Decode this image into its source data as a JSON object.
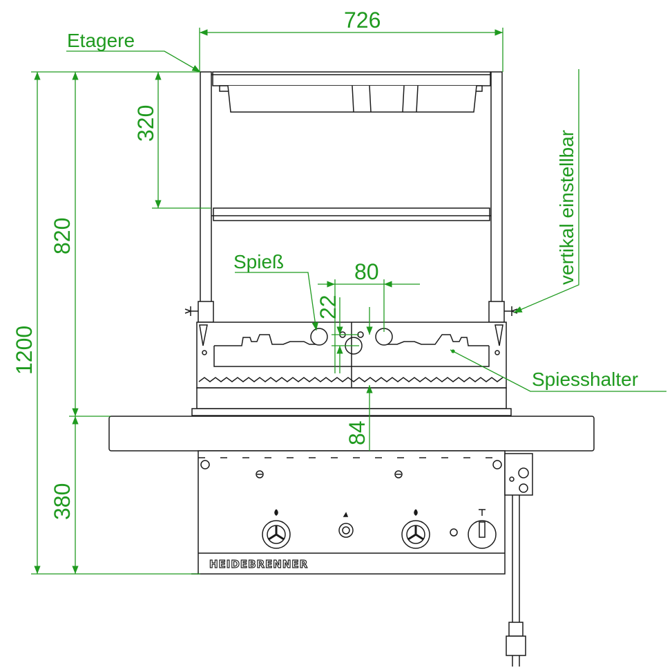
{
  "colors": {
    "dimension": "#1f9a1f",
    "outline": "#1a1a1a",
    "fill": "#ffffff"
  },
  "dimensions": {
    "width_top": "726",
    "etagere_height": "320",
    "height_820": "820",
    "height_1200": "1200",
    "height_380": "380",
    "spit_spacing": "80",
    "spit_height": "22",
    "holder_height": "84"
  },
  "labels": {
    "etagere": "Etagere",
    "vertical_adjustable": "vertikal einstellbar",
    "spit": "Spieß",
    "spit_holder": "Spiesshalter"
  },
  "brand": "HEIDEBRENNER",
  "icons": [
    "flame-icon",
    "spark-icon",
    "knob-icon",
    "power-plug-icon"
  ]
}
